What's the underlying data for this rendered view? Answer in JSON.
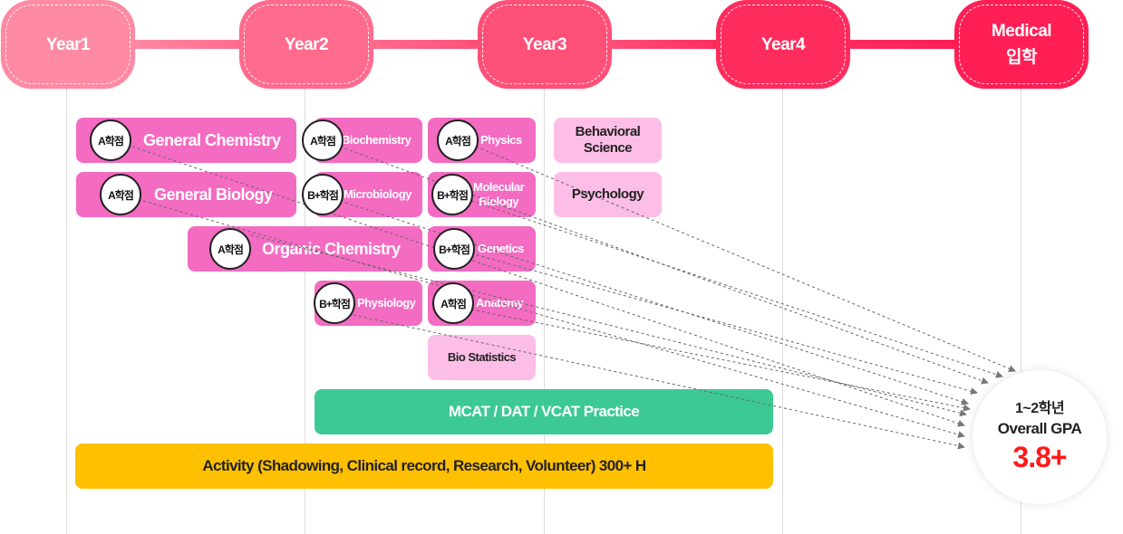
{
  "timeline": {
    "nodes": [
      {
        "label": "Year1",
        "color": "#ff8aa3"
      },
      {
        "label": "Year2",
        "color": "#ff6b8d"
      },
      {
        "label": "Year3",
        "color": "#ff5078"
      },
      {
        "label": "Year4",
        "color": "#ff2c5e"
      },
      {
        "label": "Medical\n입학",
        "line1": "Medical",
        "line2": "입학",
        "color": "#ff1f55"
      }
    ]
  },
  "courses": [
    {
      "name": "General Chemistry",
      "grade": "A학점",
      "style": "dark"
    },
    {
      "name": "General Biology",
      "grade": "A학점",
      "style": "dark"
    },
    {
      "name": "Organic Chemistry",
      "grade": "A학점",
      "style": "dark"
    },
    {
      "name": "Biochemistry",
      "grade": "A학점",
      "style": "dark"
    },
    {
      "name": "Microbiology",
      "grade": "B+학점",
      "style": "dark"
    },
    {
      "name": "Physiology",
      "grade": "B+학점",
      "style": "dark"
    },
    {
      "name": "Physics",
      "grade": "A학점",
      "style": "dark"
    },
    {
      "name": "Molecular Biology",
      "line1": "Molecular",
      "line2": "Biology",
      "grade": "B+학점",
      "style": "dark"
    },
    {
      "name": "Genetics",
      "grade": "B+학점",
      "style": "dark"
    },
    {
      "name": "Anatomy",
      "grade": "A학점",
      "style": "dark"
    },
    {
      "name": "Bio Statistics",
      "style": "light"
    },
    {
      "name": "Behavioral Science",
      "line1": "Behavioral",
      "line2": "Science",
      "style": "light"
    },
    {
      "name": "Psychology",
      "style": "light"
    }
  ],
  "bars": {
    "test_prep": {
      "label": "MCAT / DAT / VCAT Practice",
      "color": "#3cc993"
    },
    "activity": {
      "label": "Activity (Shadowing, Clinical record, Research, Volunteer) 300+ H",
      "color": "#ffc000"
    }
  },
  "gpa": {
    "line1": "1~2학년",
    "line2": "Overall GPA",
    "value": "3.8+",
    "value_color": "#ff1a1a"
  },
  "colors": {
    "course_dark": "#f46bc2",
    "course_light": "#fcbee6"
  }
}
